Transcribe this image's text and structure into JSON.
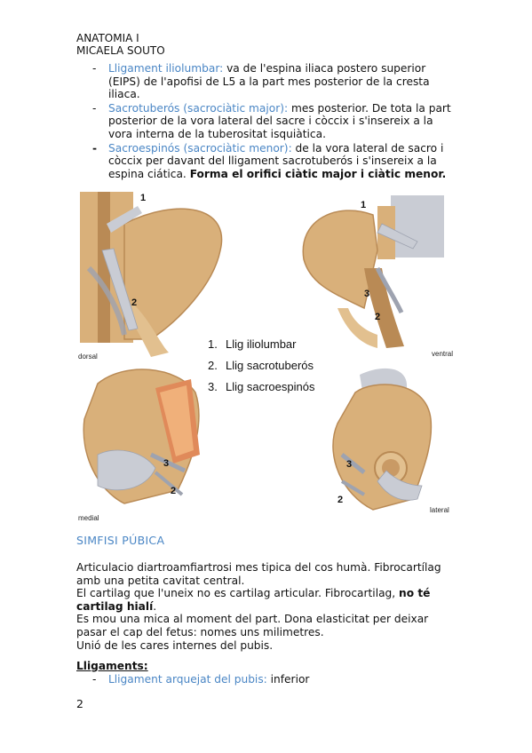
{
  "header": {
    "line1": "ANATOMIA I",
    "line2": "MICAELA SOUTO"
  },
  "top_bullets": [
    {
      "dash": "-",
      "term": "Lligament iliolumbar:",
      "text": " va de l'espina iliaca postero superior (EIPS) de l'apofisi de L5 a la part mes posterior de la cresta iliaca.",
      "bold": ""
    },
    {
      "dash": "-",
      "term": "Sacrotuberós (sacrociàtic major):",
      "text": " mes posterior. De tota la part posterior de la vora lateral del sacre i còccix i s'insereix a la vora interna de la tuberositat isquiàtica.",
      "bold": ""
    },
    {
      "dash": "-",
      "term": "Sacroespinós (sacrociàtic menor):",
      "text": " de la vora lateral de sacro i còccix per davant del lligament sacrotuberós i s'insereix a la espina ciática. ",
      "bold": "Forma el orifici ciàtic major i ciàtic menor."
    }
  ],
  "figure": {
    "legend": [
      {
        "num": "1.",
        "label": "Llig iliolumbar"
      },
      {
        "num": "2.",
        "label": "Llig sacrotuberós"
      },
      {
        "num": "3.",
        "label": "Llig sacroespinós"
      }
    ],
    "views": {
      "dorsal": "dorsal",
      "ventral": "ventral",
      "medial": "medial",
      "lateral": "lateral"
    },
    "markers": {
      "one": "1",
      "two": "2",
      "three": "3"
    },
    "colors": {
      "bone": "#d9b07a",
      "bone_dark": "#b98a55",
      "ligament": "#c9ccd4",
      "ligament_dark": "#9ea3b0",
      "cartilage": "#e08a5a"
    }
  },
  "section": {
    "title": "SIMFISI PÚBICA"
  },
  "paragraphs": [
    {
      "text": "Articulacio diartroamfiartrosi mes tipica del cos humà. Fibrocartílag amb una petita cavitat central.",
      "bold": ""
    },
    {
      "text": "El cartilag que l'uneix no es cartilag articular. Fibrocartilag, ",
      "bold": "no té cartilag hialí",
      "tail": "."
    },
    {
      "text": "Es mou una mica al moment del part. Dona elasticitat per deixar pasar el cap del fetus: nomes uns milimetres.",
      "bold": ""
    },
    {
      "text": "Unió de les cares internes del pubis.",
      "bold": ""
    }
  ],
  "ligaments": {
    "title": "Lligaments:",
    "items": [
      {
        "dash": "-",
        "term": "Lligament arquejat del pubis:",
        "text": " inferior"
      }
    ]
  },
  "page_number": "2"
}
